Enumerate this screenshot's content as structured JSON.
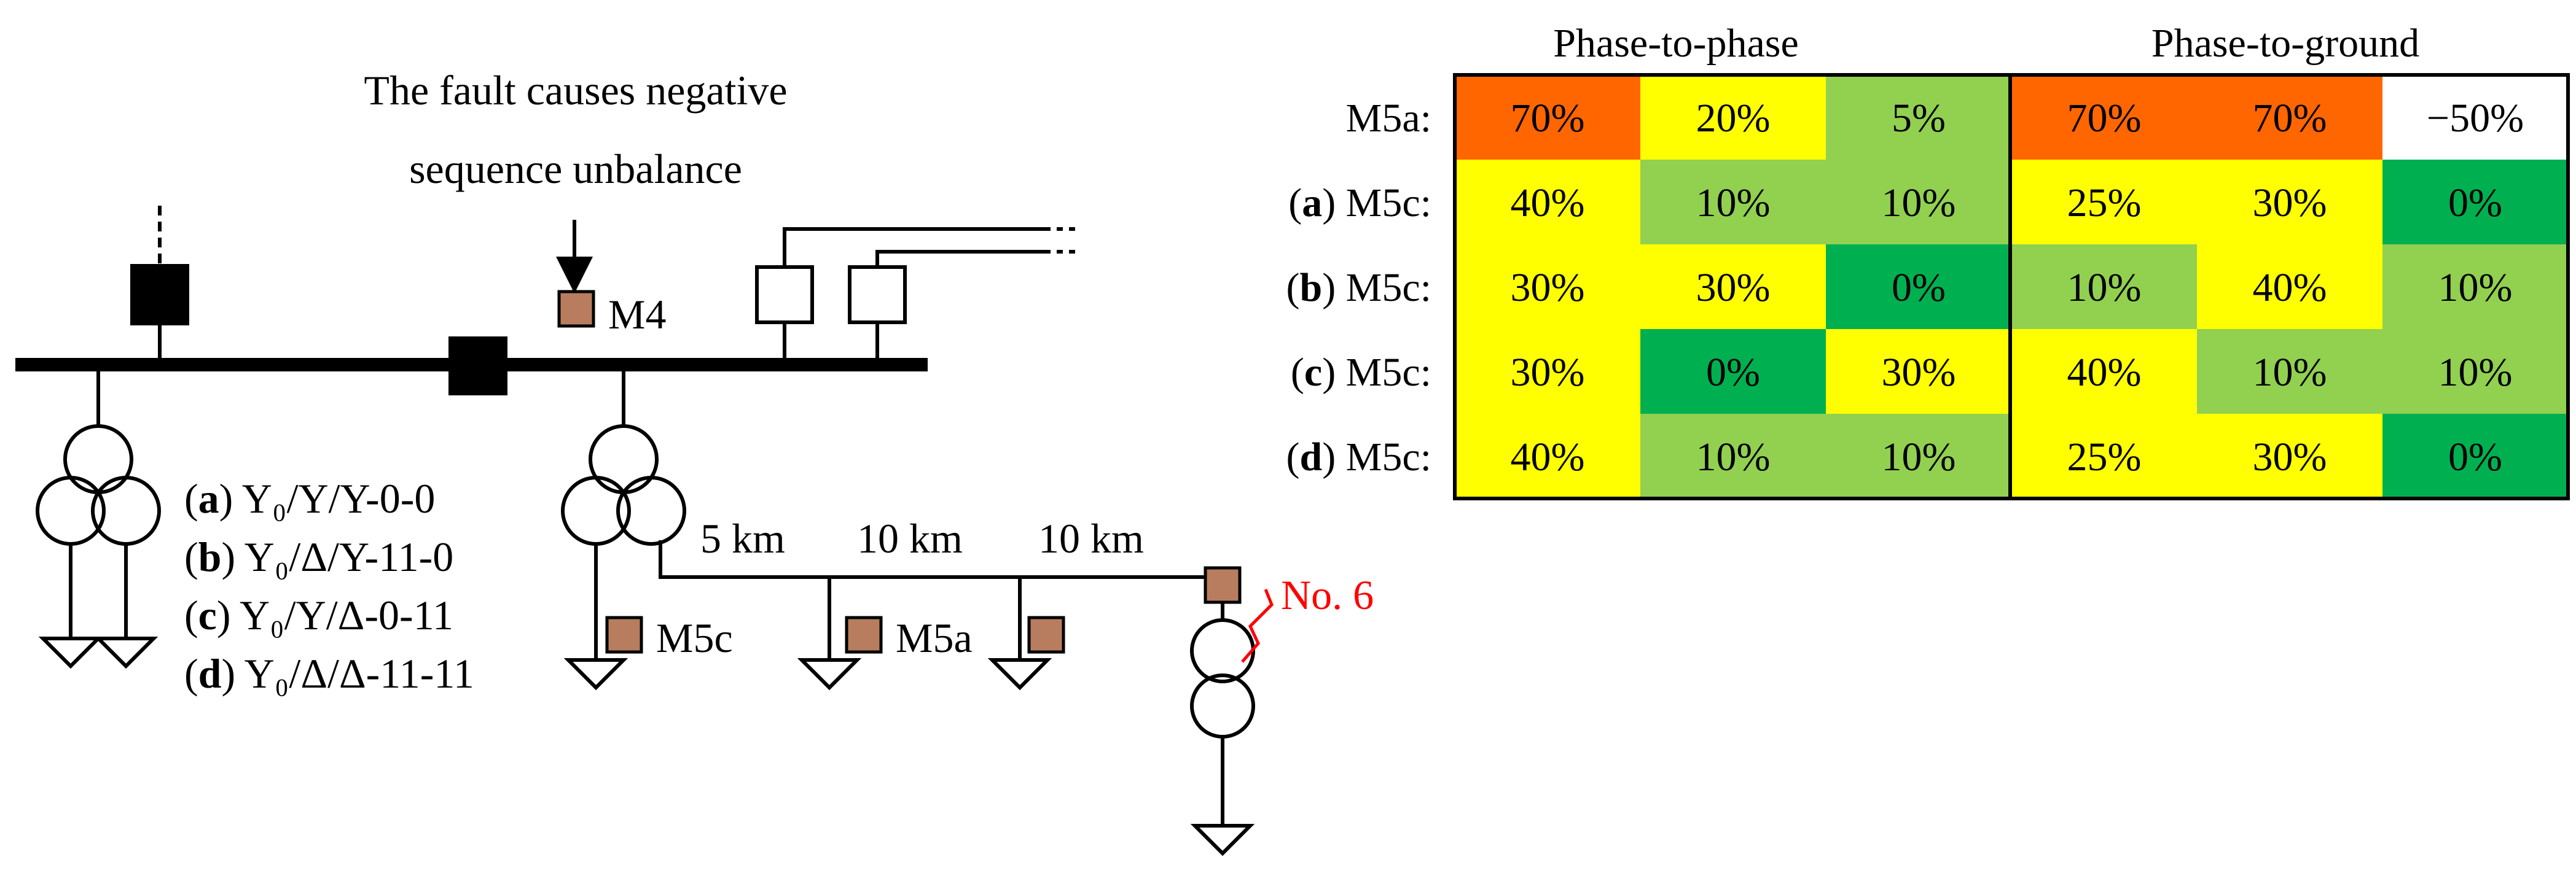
{
  "diagram": {
    "fault_note_line1": "The fault causes negative",
    "fault_note_line2": "sequence unbalance",
    "meter_m4": "M4",
    "meter_m5c": "M5c",
    "meter_m5a": "M5a",
    "fault_label": "No. 6",
    "distances": [
      "5 km",
      "10 km",
      "10 km"
    ],
    "configs": [
      {
        "tag": "a",
        "text": "Y₀/Y/Y-0-0"
      },
      {
        "tag": "b",
        "text": "Y₀/Δ/Y-11-0"
      },
      {
        "tag": "c",
        "text": "Y₀/Y/Δ-0-11"
      },
      {
        "tag": "d",
        "text": "Y₀/Δ/Δ-11-11"
      }
    ]
  },
  "table": {
    "group_headers": [
      "Phase-to-phase",
      "Phase-to-ground"
    ],
    "rows": [
      {
        "tag": "",
        "label": "M5a:",
        "cells": [
          "70%",
          "20%",
          "5%",
          "70%",
          "70%",
          "−50%"
        ]
      },
      {
        "tag": "a",
        "label": " M5c:",
        "cells": [
          "40%",
          "10%",
          "10%",
          "25%",
          "30%",
          "0%"
        ]
      },
      {
        "tag": "b",
        "label": " M5c:",
        "cells": [
          "30%",
          "30%",
          "0%",
          "10%",
          "40%",
          "10%"
        ]
      },
      {
        "tag": "c",
        "label": " M5c:",
        "cells": [
          "30%",
          "0%",
          "30%",
          "40%",
          "10%",
          "10%"
        ]
      },
      {
        "tag": "d",
        "label": " M5c:",
        "cells": [
          "40%",
          "10%",
          "10%",
          "25%",
          "30%",
          "0%"
        ]
      }
    ],
    "cell_colors": [
      [
        "#ff6600",
        "#ffff00",
        "#92d050",
        "#ff6600",
        "#ff6600",
        "#ffffff"
      ],
      [
        "#ffff00",
        "#92d050",
        "#92d050",
        "#ffff00",
        "#ffff00",
        "#00b050"
      ],
      [
        "#ffff00",
        "#ffff00",
        "#00b050",
        "#92d050",
        "#ffff00",
        "#92d050"
      ],
      [
        "#ffff00",
        "#00b050",
        "#ffff00",
        "#ffff00",
        "#92d050",
        "#92d050"
      ],
      [
        "#ffff00",
        "#92d050",
        "#92d050",
        "#ffff00",
        "#ffff00",
        "#00b050"
      ]
    ]
  },
  "colors": {
    "meter": "#b87d5e",
    "fault": "#ff0000",
    "breaker": "#000000"
  }
}
